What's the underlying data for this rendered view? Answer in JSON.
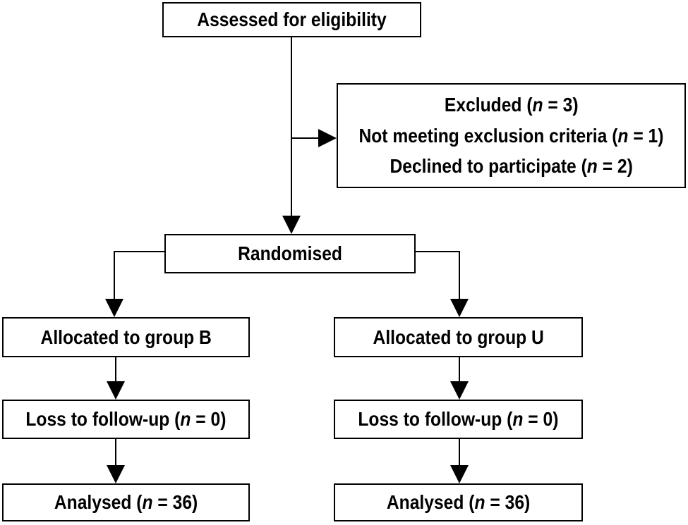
{
  "colors": {
    "background": "#ffffff",
    "box_fill": "#ffffff",
    "line": "#000000",
    "text": "#000000"
  },
  "boxes": {
    "assessed": {
      "text": "Assessed for eligibility"
    },
    "excluded": {
      "lines": [
        {
          "pre": "Excluded (",
          "n": "n",
          "post": " = 3)"
        },
        {
          "pre": "Not meeting exclusion criteria (",
          "n": "n",
          "post": " = 1)"
        },
        {
          "pre": "Declined to participate (",
          "n": "n",
          "post": " = 2)"
        }
      ]
    },
    "randomised": {
      "text": "Randomised"
    },
    "allocated_b": {
      "text": "Allocated to group B"
    },
    "allocated_u": {
      "text": "Allocated to group U"
    },
    "loss_b": {
      "pre": "Loss to follow-up (",
      "n": "n",
      "post": " = 0)"
    },
    "loss_u": {
      "pre": "Loss to follow-up (",
      "n": "n",
      "post": " = 0)"
    },
    "analysed_b": {
      "pre": "Analysed (",
      "n": "n",
      "post": " = 36)"
    },
    "analysed_u": {
      "pre": "Analysed (",
      "n": "n",
      "post": " = 36)"
    }
  }
}
